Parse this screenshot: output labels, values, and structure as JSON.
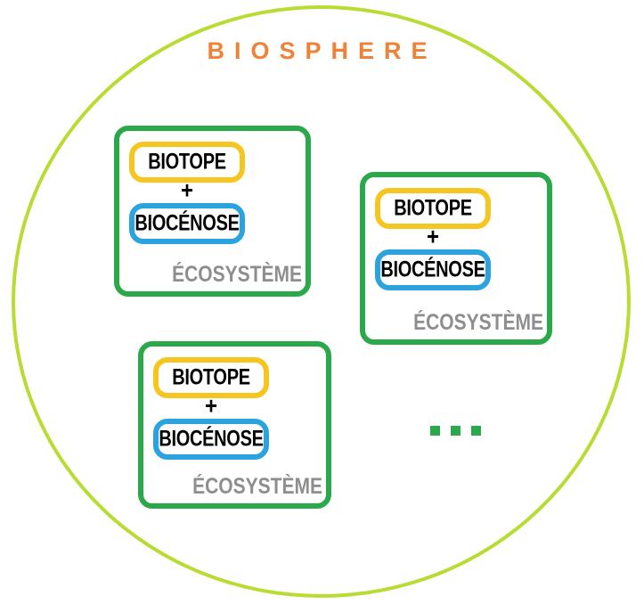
{
  "title": "BIOSPHERE",
  "ellipsis": "...",
  "ecosystems": [
    {
      "biotope": "BIOTOPE",
      "plus": "+",
      "biocenose": "BIOCÉNOSE",
      "label": "ÉCOSYSTÈME"
    },
    {
      "biotope": "BIOTOPE",
      "plus": "+",
      "biocenose": "BIOCÉNOSE",
      "label": "ÉCOSYSTÈME"
    },
    {
      "biotope": "BIOTOPE",
      "plus": "+",
      "biocenose": "BIOCÉNOSE",
      "label": "ÉCOSYSTÈME"
    }
  ],
  "colors": {
    "background": "#FFFFFF",
    "circle": "#B8DC33",
    "title": "#F08238",
    "box": "#2BA84A",
    "biotope": "#F6C51F",
    "biocenose": "#2AA3DE",
    "label": "#8E8E90",
    "text": "#000000"
  }
}
